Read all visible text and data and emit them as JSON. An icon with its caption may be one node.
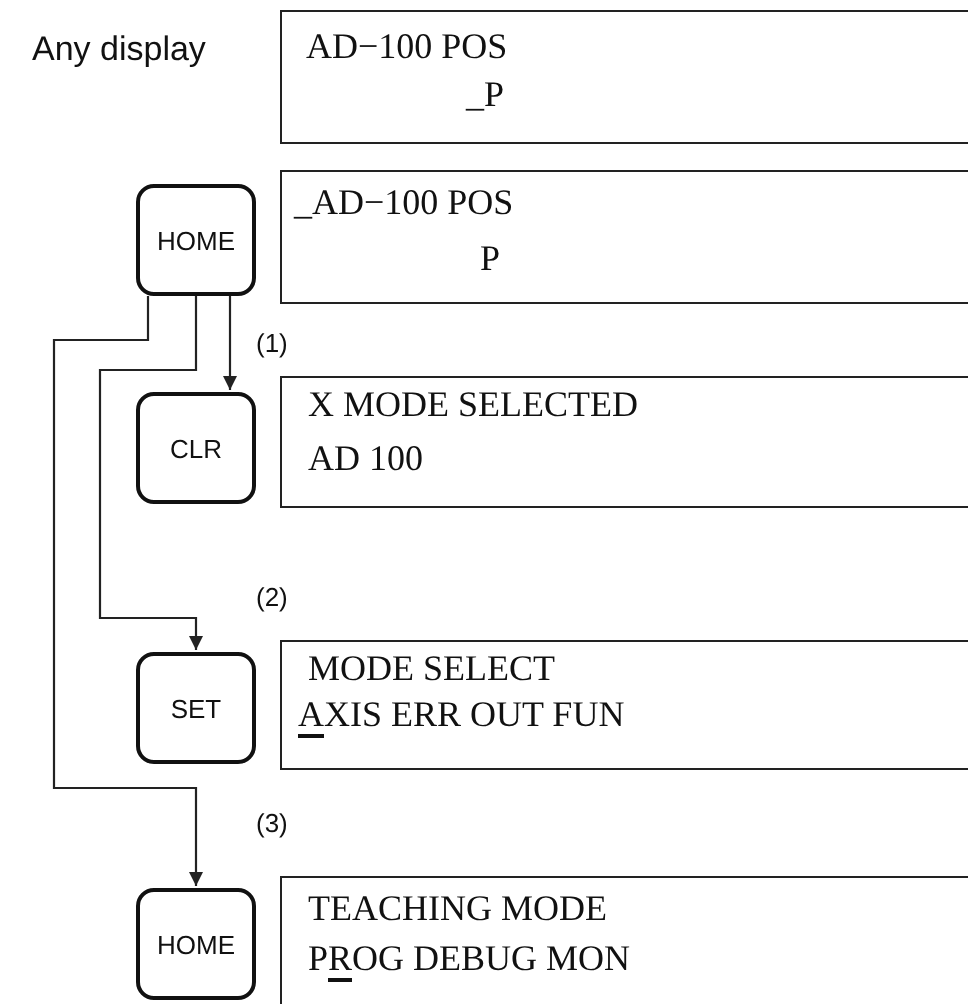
{
  "diagram": {
    "nodes": [
      {
        "text": [
          "AD−100 POS",
          "_P"
        ],
        "beside": [
          "Any display"
        ]
      },
      {
        "text": [
          "HOME"
        ]
      },
      {
        "text": [
          "_AD−100 POS",
          "P"
        ]
      },
      {
        "text": [
          "CLR"
        ]
      },
      {
        "text": [
          "X MODE SELECTED",
          "AD 100"
        ]
      },
      {
        "text": [
          "SET"
        ]
      },
      {
        "text": [
          "MODE SELECT",
          "AXIS ERR OUT FUN"
        ]
      },
      {
        "text": [
          "HOME"
        ]
      },
      {
        "text": [
          "TEACHING MODE",
          "PROG DEBUG MON"
        ]
      }
    ],
    "edges": [
      {
        "from": 1,
        "to": 3,
        "arrow": "to",
        "label": "(1)"
      },
      {
        "from": 1,
        "to": 5,
        "arrow": "to",
        "label": "(2)"
      },
      {
        "from": 1,
        "to": 7,
        "arrow": "to",
        "label": "(3)"
      }
    ]
  }
}
